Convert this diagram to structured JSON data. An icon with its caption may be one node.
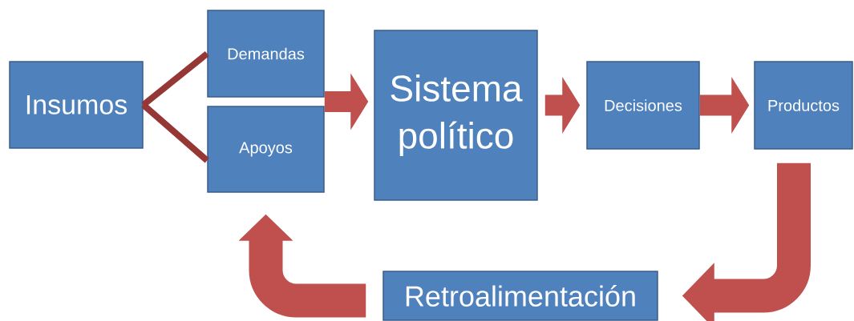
{
  "diagram": {
    "nodes": [
      {
        "text": [
          "Insumos"
        ]
      },
      {
        "text": [
          "Demandas"
        ]
      },
      {
        "text": [
          "Apoyos"
        ]
      },
      {
        "text": [
          "Sistema político"
        ]
      },
      {
        "text": [
          "Decisiones"
        ]
      },
      {
        "text": [
          "Productos"
        ]
      },
      {
        "text": [
          "Retroalimentación"
        ]
      }
    ],
    "edges": [
      {
        "from": 0,
        "to": 1,
        "arrow": "none",
        "color": "#953735"
      },
      {
        "from": 0,
        "to": 2,
        "arrow": "none",
        "color": "#953735"
      },
      {
        "from": 1,
        "to": 3,
        "arrow": "to"
      },
      {
        "from": 2,
        "to": 3,
        "arrow": "to"
      },
      {
        "from": 3,
        "to": 4,
        "arrow": "to"
      },
      {
        "from": 4,
        "to": 5,
        "arrow": "to"
      },
      {
        "from": 5,
        "to": 6,
        "arrow": "to"
      },
      {
        "from": 6,
        "to": 2,
        "arrow": "to"
      }
    ]
  }
}
